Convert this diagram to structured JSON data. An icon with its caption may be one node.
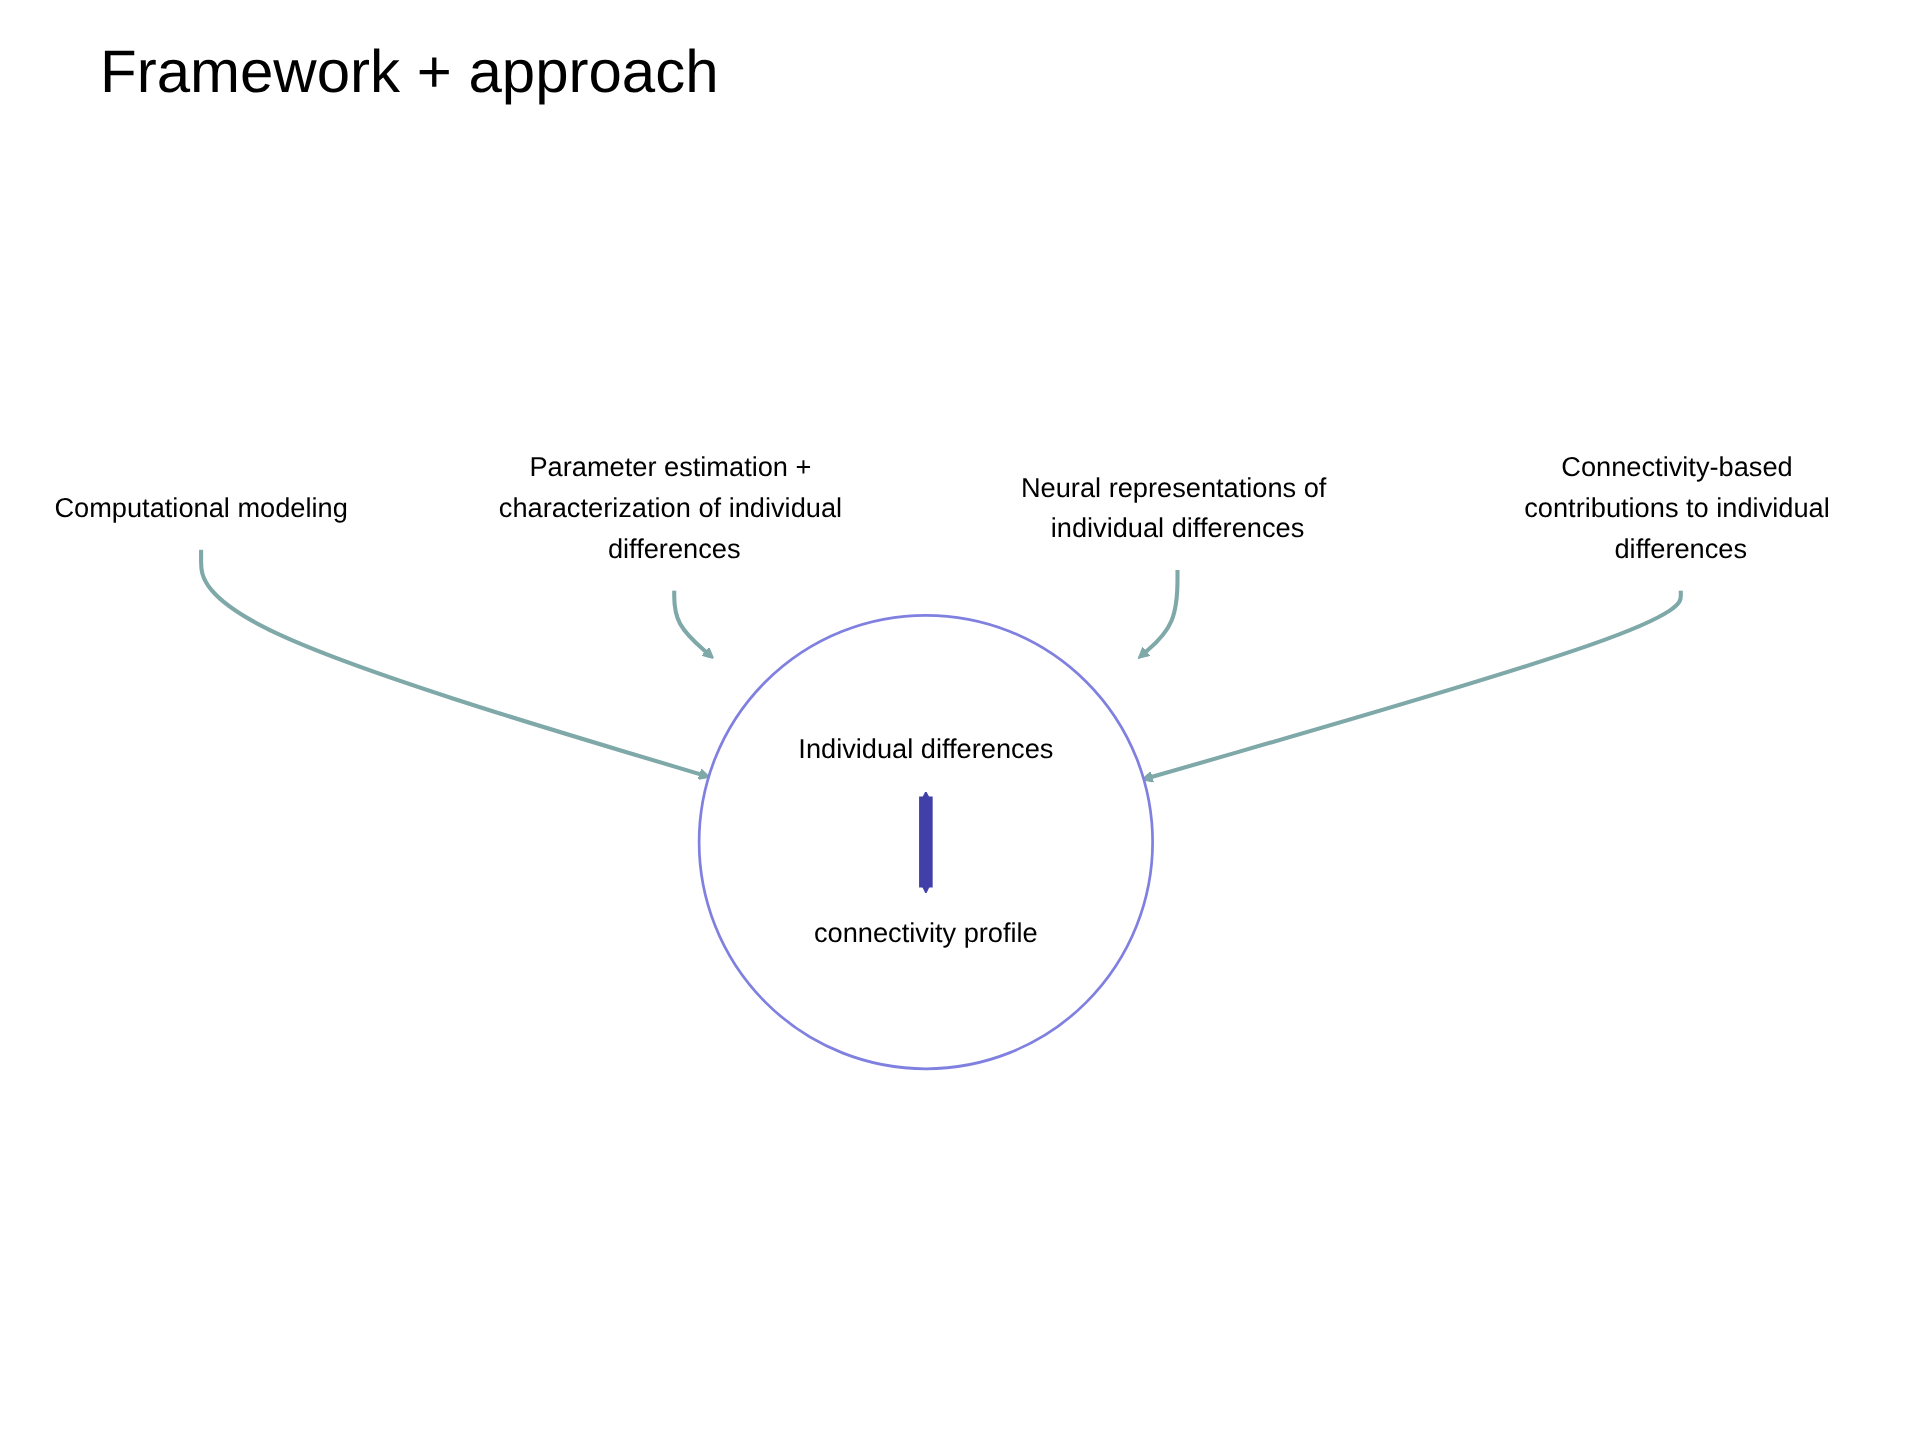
{
  "diagram": {
    "title": "Framework + approach",
    "nodes": [
      {
        "text": [
          "Computational modeling"
        ]
      },
      {
        "text": [
          "Parameter estimation + characterization of individual differences"
        ]
      },
      {
        "text": [],
        "shape": "circle"
      },
      {
        "text": [
          "Individual differences"
        ],
        "in": 2
      },
      {
        "text": [
          "connectivity profile"
        ],
        "in": 2
      },
      {
        "text": [
          "Neural representations of individual differences"
        ]
      },
      {
        "text": [
          "Connectivity-based contributions to individual differences"
        ]
      }
    ],
    "edges": [
      {
        "from": 0,
        "to": 2,
        "arrow": "to"
      },
      {
        "from": 1,
        "to": 2,
        "arrow": "to"
      },
      {
        "from": 3,
        "to": 4,
        "arrow": "both",
        "style": "thick",
        "color": "#4040a8"
      },
      {
        "from": 5,
        "to": 2,
        "arrow": "to"
      },
      {
        "from": 6,
        "to": 2,
        "arrow": "to"
      }
    ]
  }
}
